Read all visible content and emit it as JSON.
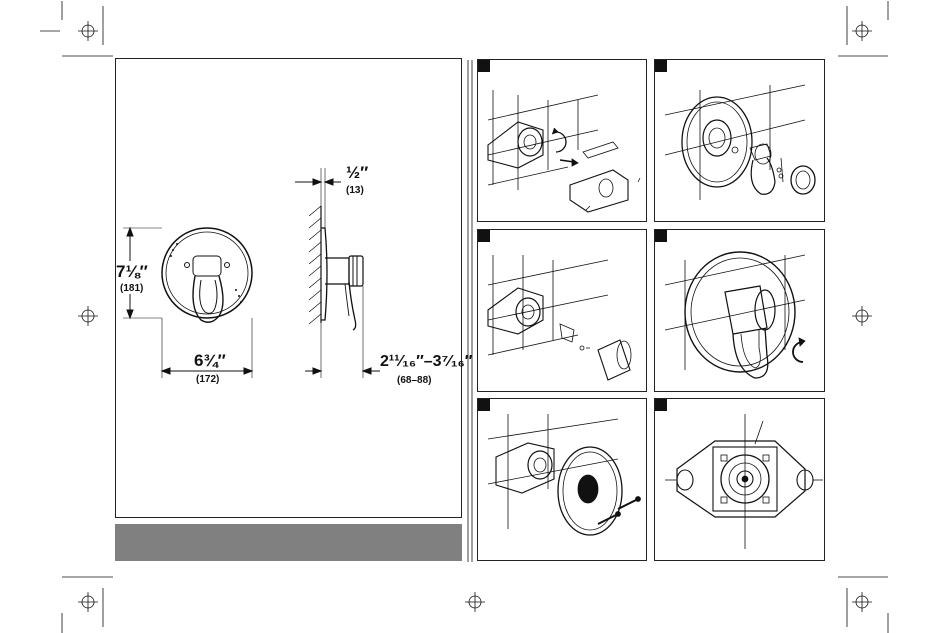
{
  "spec_panel": {
    "height_in": "7⅛″",
    "height_mm": "(181)",
    "width_in": "6¾″",
    "width_mm": "(172)",
    "plate_in": "½″",
    "plate_mm": "(13)",
    "depth_in": "2¹¹⁄₁₆″–3⁷⁄₁₆″",
    "depth_mm": "(68–88)"
  },
  "colors": {
    "line": "#111111",
    "bar": "#808080",
    "marker": "#111111"
  },
  "steps": [
    {
      "id": 1,
      "illustration": "valve-body-plug-removal"
    },
    {
      "id": 2,
      "illustration": "escutcheon-cartridge-handle"
    },
    {
      "id": 3,
      "illustration": "valve-body-stop-adapter"
    },
    {
      "id": 4,
      "illustration": "handle-rotate-clockwise"
    },
    {
      "id": 5,
      "illustration": "valve-body-escutcheon-screws"
    },
    {
      "id": 6,
      "illustration": "valve-body-front-view"
    }
  ]
}
